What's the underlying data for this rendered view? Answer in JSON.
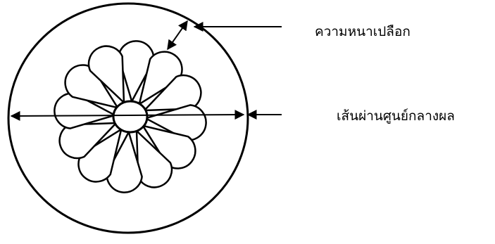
{
  "labels": {
    "peel_thickness": "ความหนาเปลือก",
    "fruit_diameter": "เส้นผ่านศูนย์กลางผล"
  },
  "diagram": {
    "segment_count": 12,
    "stroke_color": "#000000",
    "background": "#ffffff"
  }
}
